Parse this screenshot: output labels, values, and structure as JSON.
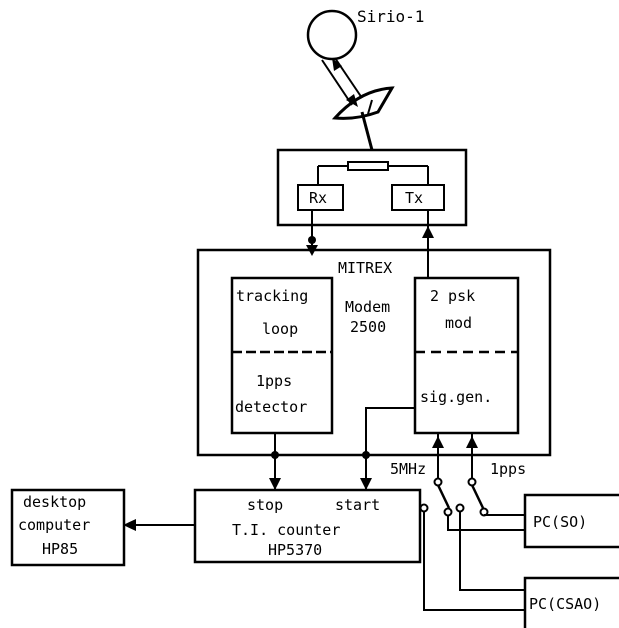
{
  "satellite": {
    "label": "Sirio-1"
  },
  "transceiver": {
    "rx": "Rx",
    "tx": "Tx"
  },
  "modem": {
    "name": "MITREX",
    "model_line1": "Modem",
    "model_line2": "2500",
    "tracking_line1": "tracking",
    "tracking_line2": "loop",
    "detector_line1": "1pps",
    "detector_line2": "detector",
    "psk_line1": "2 psk",
    "psk_line2": "mod",
    "siggen": "sig.gen."
  },
  "counter": {
    "stop": "stop",
    "start": "start",
    "line1": "T.I. counter",
    "line2": "HP5370"
  },
  "computer": {
    "line1": "desktop",
    "line2": "computer",
    "line3": "HP85"
  },
  "signals": {
    "freq": "5MHz",
    "pps": "1pps"
  },
  "clocks": {
    "pc_so": "PC(SO)",
    "pc_csao": "PC(CSAO)"
  }
}
